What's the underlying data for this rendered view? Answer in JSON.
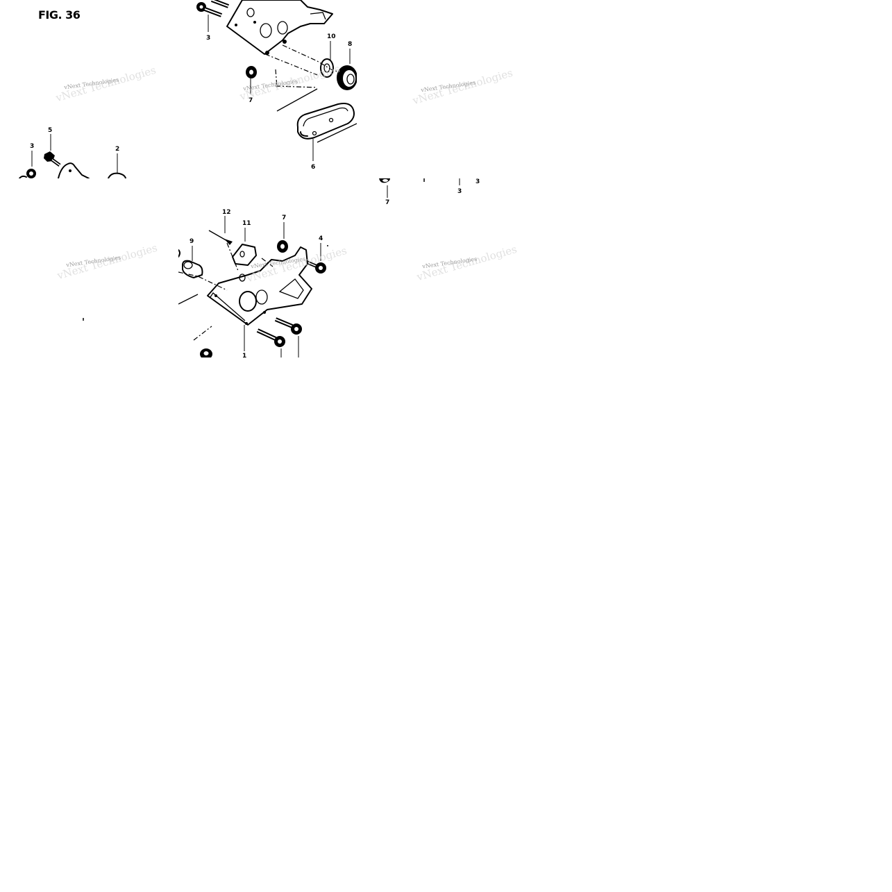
{
  "figure": {
    "title": "FIG. 36"
  },
  "watermark": {
    "text": "vNext Technologies"
  },
  "callouts": {
    "top_center": [
      "3",
      "10",
      "8",
      "7",
      "6"
    ],
    "top_left": [
      "5",
      "3",
      "2"
    ],
    "middle_strip": [
      "7",
      "3",
      "3"
    ],
    "bottom_center": [
      "12",
      "11",
      "7",
      "4",
      "9",
      "1"
    ]
  }
}
